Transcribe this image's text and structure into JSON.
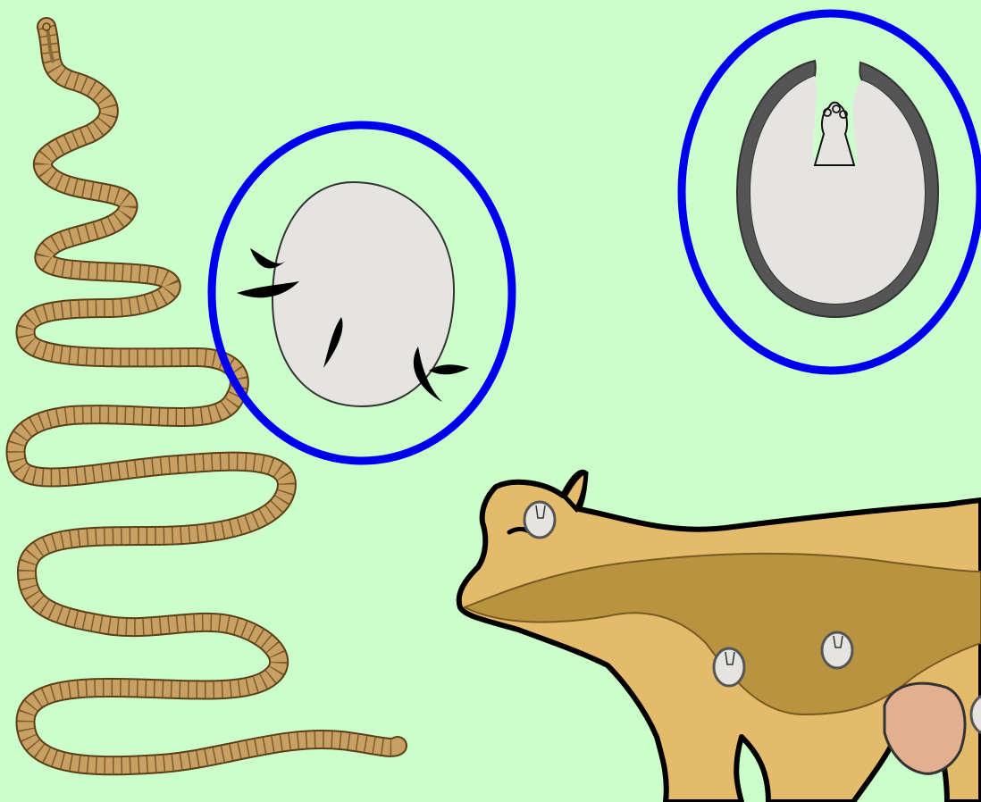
{
  "colors": {
    "background": "#ccfecc",
    "circle_outline": "#0000ee",
    "tapeworm_body": "#c9a064",
    "tapeworm_dark": "#7a5a2a",
    "cow_body": "#e3bb6a",
    "cow_inner": "#b99340",
    "cow_outline": "#000000",
    "egg_fill": "#e6e4e0",
    "cyst_wall": "#555555",
    "udder": "#e2b090"
  },
  "figures": {
    "tapeworm": "tapeworm",
    "oncosphere": "egg-with-hooks",
    "cysticercus": "cysticercus-larva",
    "cow": "cow-host",
    "cysts_in_cow": 4
  }
}
